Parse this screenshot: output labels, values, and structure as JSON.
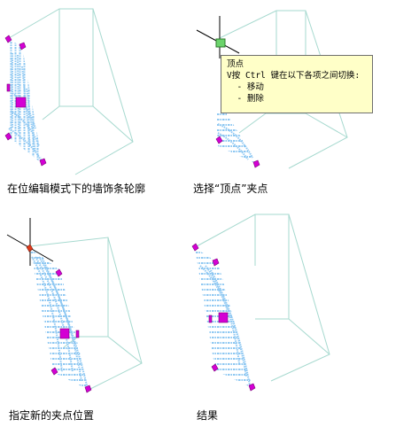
{
  "captions": {
    "panel1": "在位编辑模式下的墙饰条轮廓",
    "panel2": "选择“顶点”夹点",
    "panel3": "指定新的夹点位置",
    "panel4": "结果"
  },
  "tooltip": {
    "title": "顶点",
    "hint": "V按 Ctrl 键在以下各项之间切换:",
    "option_move": "  - 移动",
    "option_delete": "  - 删除"
  },
  "colors": {
    "wireframe": "#a6d9cf",
    "profile": "#8fc8f2",
    "grip": "#d400d4",
    "grip_selected": "#e03a1a",
    "tooltip_bg": "#ffffc8"
  }
}
